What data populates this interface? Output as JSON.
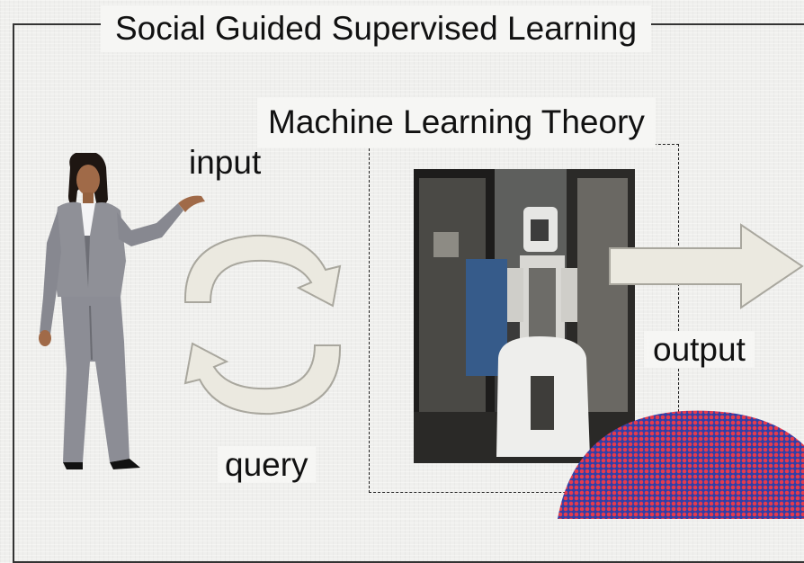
{
  "diagram": {
    "title": "Social Guided Supervised Learning",
    "inner_title": "Machine Learning Theory",
    "labels": {
      "input": "input",
      "query": "query",
      "output": "output"
    }
  },
  "colors": {
    "background": "#efefed",
    "frame": "#333333",
    "arrow_fill": "#ebe9e0",
    "arrow_stroke": "#a9a79e",
    "halftone_dot": "#e63b4d",
    "halftone_bg": "#2f3fa8"
  },
  "icons": [
    "person-figure",
    "cycle-arrows-icon",
    "robot-image",
    "right-arrow-icon",
    "halftone-decoration"
  ]
}
